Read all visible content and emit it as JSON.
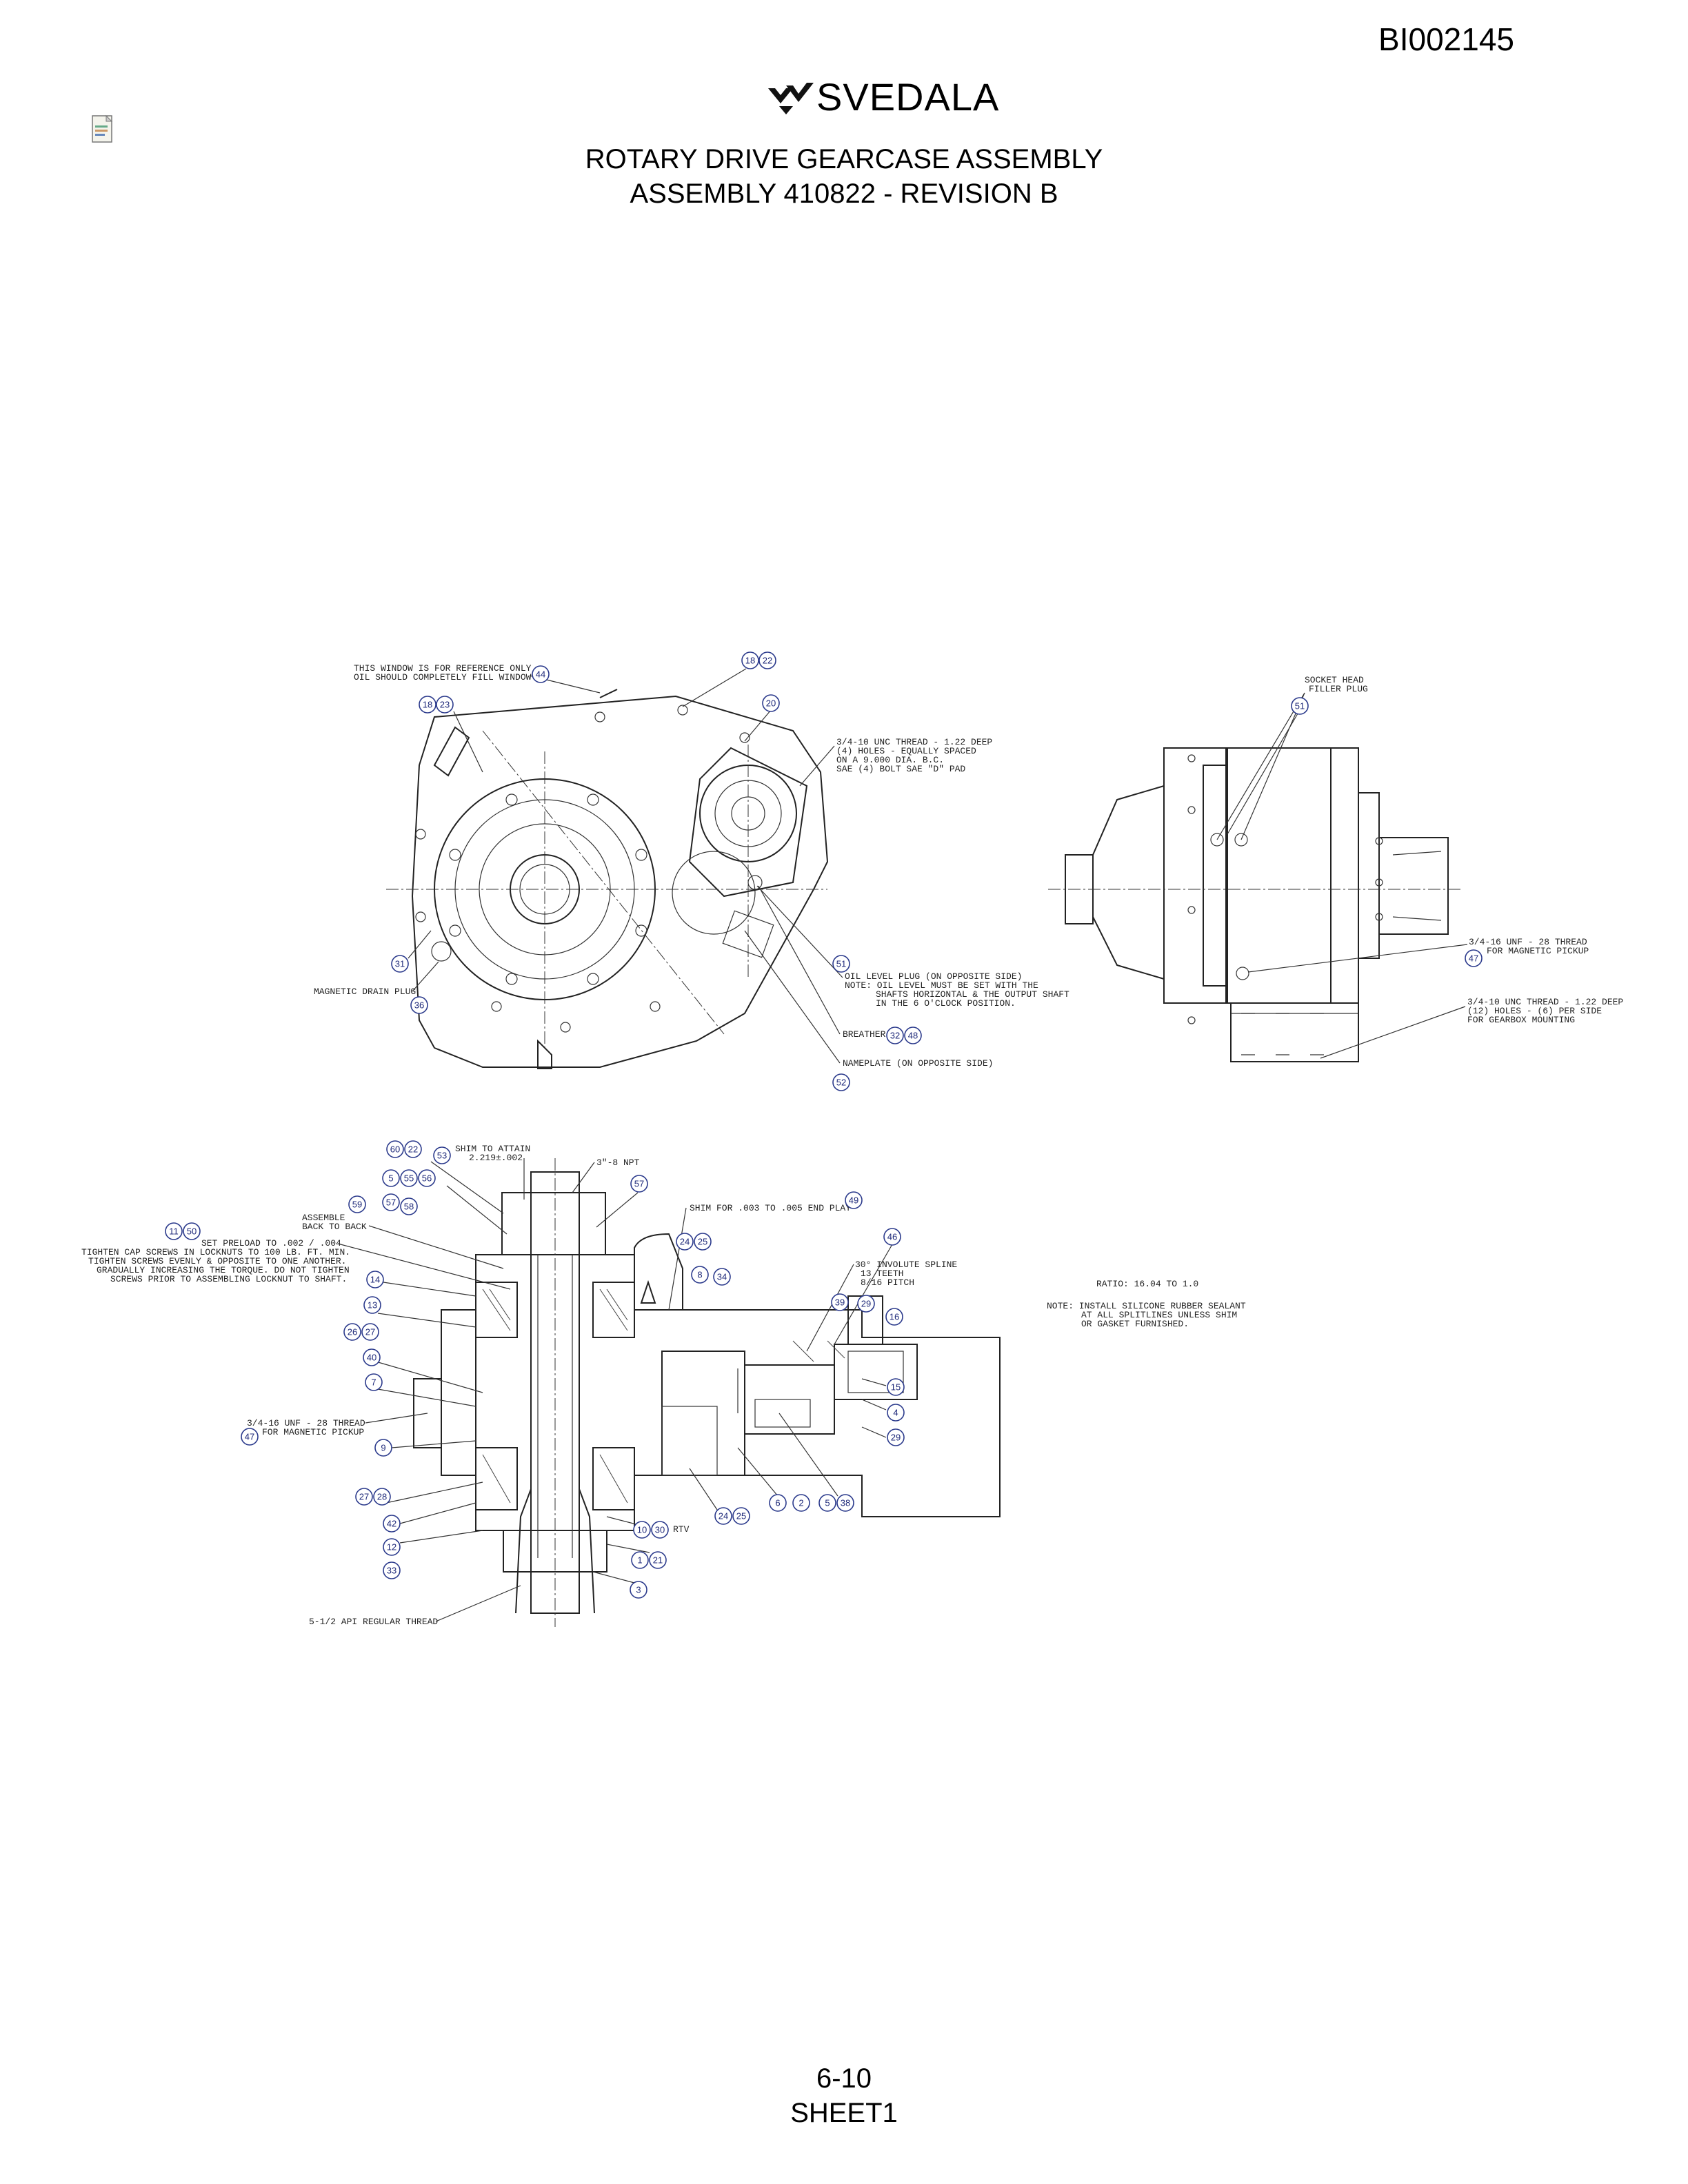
{
  "header": {
    "doc_id": "BI002145",
    "logo_text": "SVEDALA",
    "title_line1": "ROTARY DRIVE GEARCASE ASSEMBLY",
    "title_line2": "ASSEMBLY 410822 - REVISION B"
  },
  "footer": {
    "page": "6-10",
    "sheet": "SHEET1"
  },
  "notes": {
    "window1": "THIS WINDOW IS FOR REFERENCE ONLY.",
    "window2": "OIL SHOULD COMPLETELY FILL WINDOW",
    "thread1": "3/4-10 UNC THREAD - 1.22 DEEP",
    "thread2": "(4) HOLES - EQUALLY SPACED",
    "thread3": "ON A 9.000 DIA. B.C.",
    "thread4": "SAE (4) BOLT SAE \"D\" PAD",
    "socket1": "SOCKET HEAD",
    "socket2": "FILLER PLUG",
    "drain": "MAGNETIC DRAIN PLUG",
    "oil1": "OIL LEVEL PLUG (ON OPPOSITE SIDE)",
    "oil2": "NOTE: OIL LEVEL MUST BE SET WITH THE",
    "oil3": "SHAFTS HORIZONTAL & THE OUTPUT SHAFT",
    "oil4": "IN THE 6 O'CLOCK POSITION.",
    "breather": "BREATHER",
    "nameplate": "NAMEPLATE (ON OPPOSITE SIDE)",
    "pickup1": "3/4-16 UNF - 28 THREAD",
    "pickup2": "FOR MAGNETIC PICKUP",
    "mount1": "3/4-10 UNC THREAD - 1.22 DEEP",
    "mount2": "(12) HOLES - (6) PER SIDE",
    "mount3": "FOR GEARBOX MOUNTING",
    "shim1": "SHIM TO ATTAIN",
    "shim2": "2.219±.002",
    "npt": "3\"-8 NPT",
    "endplay": "SHIM FOR .003 TO .005 END PLAY",
    "assemble1": "ASSEMBLE",
    "assemble2": "BACK TO BACK",
    "preload1": "SET PRELOAD TO .002 / .004",
    "preload2": "TIGHTEN CAP SCREWS IN LOCKNUTS TO 100 LB. FT. MIN.",
    "preload3": "TIGHTEN SCREWS EVENLY & OPPOSITE TO ONE ANOTHER.",
    "preload4": "GRADUALLY INCREASING THE TORQUE. DO NOT TIGHTEN",
    "preload5": "SCREWS PRIOR TO ASSEMBLING LOCKNUT TO SHAFT.",
    "spline1": "30° INVOLUTE SPLINE",
    "spline2": "13 TEETH",
    "spline3": "8/16 PITCH",
    "ratio": "RATIO: 16.04 TO 1.0",
    "seal1": "NOTE: INSTALL SILICONE RUBBER SEALANT",
    "seal2": "AT ALL SPLITLINES UNLESS SHIM",
    "seal3": "OR GASKET FURNISHED.",
    "pickup3": "3/4-16 UNF - 28 THREAD",
    "pickup4": "FOR MAGNETIC PICKUP",
    "api": "5-1/2 API REGULAR THREAD",
    "rtv": "RTV"
  },
  "callouts": {
    "c44": "44",
    "c18a": "18",
    "c22a": "22",
    "c18b": "18",
    "c23": "23",
    "c20": "20",
    "c51a": "51",
    "c31": "31",
    "c36": "36",
    "c51b": "51",
    "c32": "32",
    "c48": "48",
    "c52": "52",
    "c47a": "47",
    "c60": "60",
    "c22b": "22",
    "c53": "53",
    "c5a": "5",
    "c55": "55",
    "c56": "56",
    "c57a": "57",
    "c58": "58",
    "c59": "59",
    "c57b": "57",
    "c49": "49",
    "c11": "11",
    "c50": "50",
    "c46": "46",
    "c24a": "24",
    "c25a": "25",
    "c8": "8",
    "c34": "34",
    "c14": "14",
    "c39": "39",
    "c29a": "29",
    "c16": "16",
    "c13": "13",
    "c26": "26",
    "c27a": "27",
    "c40": "40",
    "c15": "15",
    "c7": "7",
    "c4": "4",
    "c47b": "47",
    "c29b": "29",
    "c9": "9",
    "c27b": "27",
    "c28": "28",
    "c6": "6",
    "c2": "2",
    "c5b": "5",
    "c38": "38",
    "c42": "42",
    "c24b": "24",
    "c25b": "25",
    "c12": "12",
    "c10": "10",
    "c30": "30",
    "c33": "33",
    "c1": "1",
    "c21": "21",
    "c3": "3"
  }
}
